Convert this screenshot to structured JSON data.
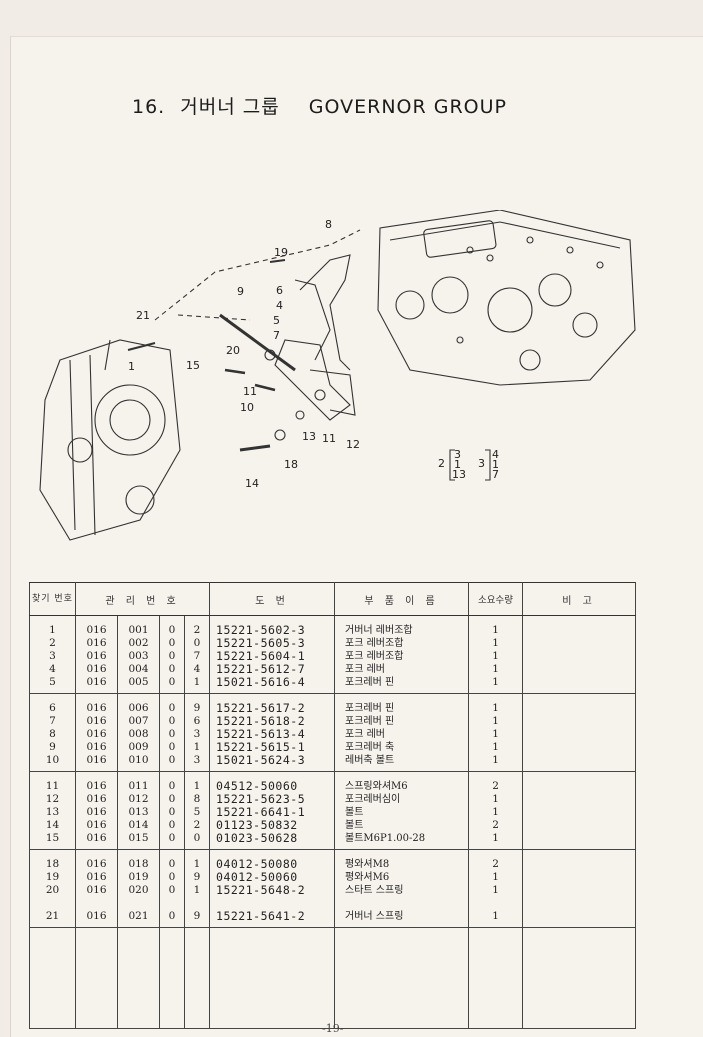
{
  "title": {
    "number": "16.",
    "korean": "거버너 그룹",
    "english": "GOVERNOR GROUP"
  },
  "diagram": {
    "callouts": [
      "1",
      "2",
      "3",
      "4",
      "5",
      "6",
      "7",
      "8",
      "9",
      "10",
      "11",
      "11",
      "12",
      "13",
      "14",
      "15",
      "18",
      "19",
      "20",
      "21"
    ],
    "bracket_left": {
      "prefix": "2",
      "items": [
        "3",
        "1",
        "13"
      ]
    },
    "bracket_right": {
      "prefix": "3",
      "items": [
        "4",
        "1",
        "7"
      ]
    }
  },
  "table": {
    "headers": {
      "no": "찾기 번호",
      "mgmt": "관 리 번 호",
      "drawing": "도 번",
      "name": "부 품 이 름",
      "qty": "소요수량",
      "remarks": "비 고"
    },
    "groups": [
      {
        "no": [
          "1",
          "2",
          "3",
          "4",
          "5"
        ],
        "c1": [
          "016",
          "016",
          "016",
          "016",
          "016"
        ],
        "c2": [
          "001",
          "002",
          "003",
          "004",
          "005"
        ],
        "c3": [
          "0",
          "0",
          "0",
          "0",
          "0"
        ],
        "c4": [
          "2",
          "0",
          "7",
          "4",
          "1"
        ],
        "drawing": [
          "15221-5602-3",
          "15221-5605-3",
          "15221-5604-1",
          "15221-5612-7",
          "15021-5616-4"
        ],
        "name": [
          "거버너 레버조합",
          "포크 레버조합",
          "포크 레버조합",
          "포크 레버",
          "포크레버 핀"
        ],
        "qty": [
          "1",
          "1",
          "1",
          "1",
          "1"
        ]
      },
      {
        "no": [
          "6",
          "7",
          "8",
          "9",
          "10"
        ],
        "c1": [
          "016",
          "016",
          "016",
          "016",
          "016"
        ],
        "c2": [
          "006",
          "007",
          "008",
          "009",
          "010"
        ],
        "c3": [
          "0",
          "0",
          "0",
          "0",
          "0"
        ],
        "c4": [
          "9",
          "6",
          "3",
          "1",
          "3"
        ],
        "drawing": [
          "15221-5617-2",
          "15221-5618-2",
          "15221-5613-4",
          "15221-5615-1",
          "15021-5624-3"
        ],
        "name": [
          "포크레버 핀",
          "포크레버 핀",
          "포크 레버",
          "포크레버 축",
          "레버축 볼트"
        ],
        "qty": [
          "1",
          "1",
          "1",
          "1",
          "1"
        ]
      },
      {
        "no": [
          "11",
          "12",
          "13",
          "14",
          "15"
        ],
        "c1": [
          "016",
          "016",
          "016",
          "016",
          "016"
        ],
        "c2": [
          "011",
          "012",
          "013",
          "014",
          "015"
        ],
        "c3": [
          "0",
          "0",
          "0",
          "0",
          "0"
        ],
        "c4": [
          "1",
          "8",
          "5",
          "2",
          "0"
        ],
        "drawing": [
          "04512-50060",
          "15221-5623-5",
          "15221-6641-1",
          "01123-50832",
          "01023-50628"
        ],
        "name": [
          "스프링와셔M6",
          "포크레버심이",
          "볼트",
          "볼트",
          "볼트M6P1.00-28"
        ],
        "qty": [
          "2",
          "1",
          "1",
          "2",
          "1"
        ]
      },
      {
        "no": [
          "18",
          "19",
          "20",
          "",
          "21"
        ],
        "c1": [
          "016",
          "016",
          "016",
          "",
          "016"
        ],
        "c2": [
          "018",
          "019",
          "020",
          "",
          "021"
        ],
        "c3": [
          "0",
          "0",
          "0",
          "",
          "0"
        ],
        "c4": [
          "1",
          "9",
          "1",
          "",
          "9"
        ],
        "drawing": [
          "04012-50080",
          "04012-50060",
          "15221-5648-2",
          "",
          "15221-5641-2"
        ],
        "name": [
          "평와셔M8",
          "평와셔M6",
          "스타트 스프링",
          "",
          "거버너 스프링"
        ],
        "qty": [
          "2",
          "1",
          "1",
          "",
          "1"
        ]
      }
    ]
  },
  "page_number": "-19-"
}
